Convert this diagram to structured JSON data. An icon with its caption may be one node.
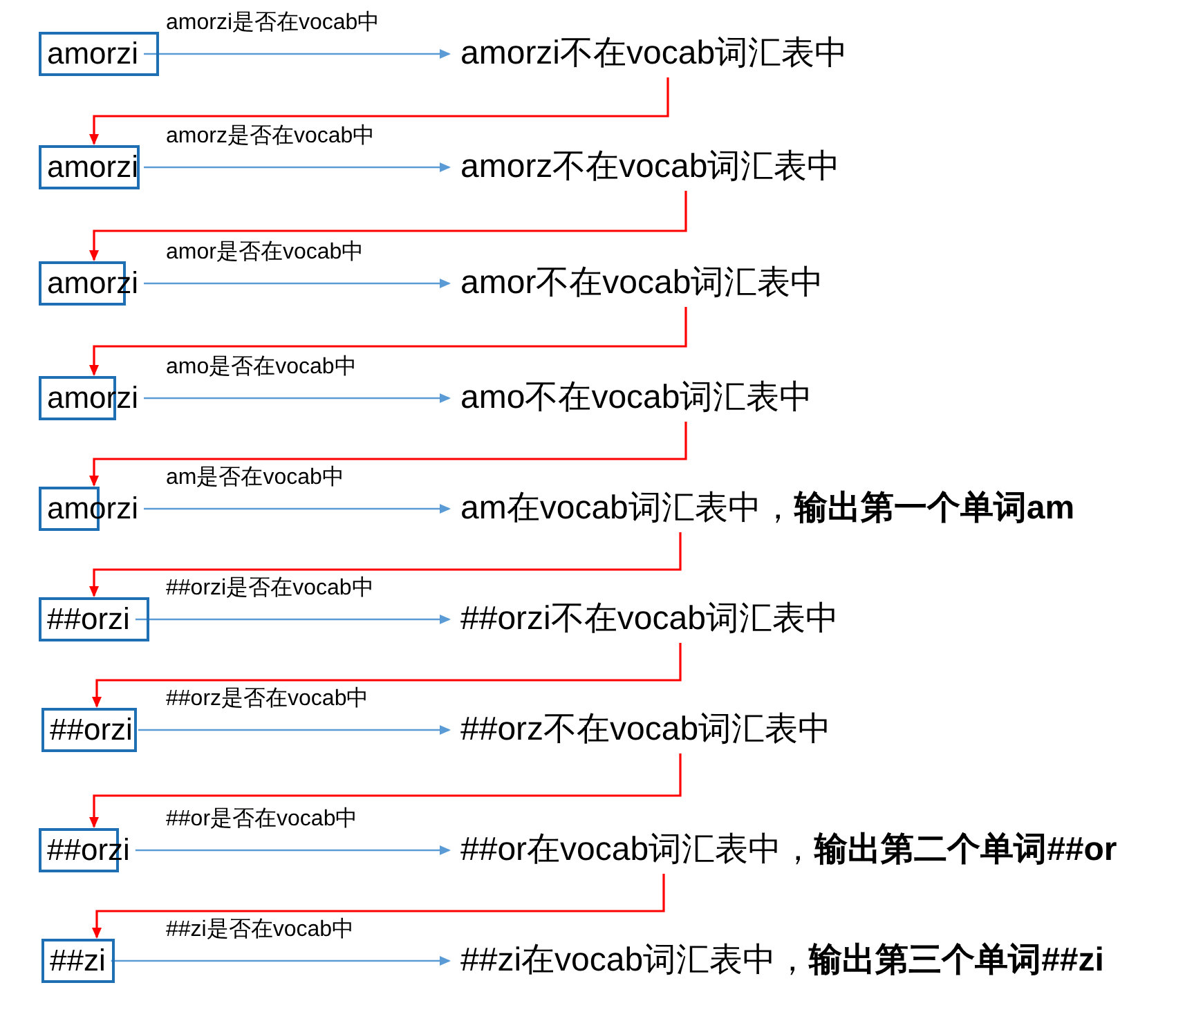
{
  "diagram": {
    "nodes": [
      {
        "text": [
          "amorzi"
        ]
      },
      {
        "text": [
          "amorzi不在vocab词汇表中"
        ]
      },
      {
        "text": [
          "amorzi"
        ]
      },
      {
        "text": [
          "amorz不在vocab词汇表中"
        ]
      },
      {
        "text": [
          "amorzi"
        ]
      },
      {
        "text": [
          "amor不在vocab词汇表中"
        ]
      },
      {
        "text": [
          "amorzi"
        ]
      },
      {
        "text": [
          "amo不在vocab词汇表中"
        ]
      },
      {
        "text": [
          "amorzi"
        ]
      },
      {
        "text": [
          "am在vocab词汇表中，**输出第一个单词am**"
        ]
      },
      {
        "text": [
          "##orzi"
        ]
      },
      {
        "text": [
          "##orzi不在vocab词汇表中"
        ]
      },
      {
        "text": [
          "##orzi"
        ]
      },
      {
        "text": [
          "##orz不在vocab词汇表中"
        ]
      },
      {
        "text": [
          "##orzi"
        ]
      },
      {
        "text": [
          "##or在vocab词汇表中，**输出第二个单词##or**"
        ]
      },
      {
        "text": [
          "##zi"
        ]
      },
      {
        "text": [
          "##zi在vocab词汇表中，**输出第三个单词##zi**"
        ]
      }
    ],
    "edges": [
      {
        "from": 0,
        "to": 1,
        "arrow": "to",
        "label": "amorzi是否在vocab中"
      },
      {
        "from": 1,
        "to": 2,
        "arrow": "to",
        "color": "#ff0000"
      },
      {
        "from": 2,
        "to": 3,
        "arrow": "to",
        "label": "amorz是否在vocab中"
      },
      {
        "from": 3,
        "to": 4,
        "arrow": "to",
        "color": "#ff0000"
      },
      {
        "from": 4,
        "to": 5,
        "arrow": "to",
        "label": "amor是否在vocab中"
      },
      {
        "from": 5,
        "to": 6,
        "arrow": "to",
        "color": "#ff0000"
      },
      {
        "from": 6,
        "to": 7,
        "arrow": "to",
        "label": "amo是否在vocab中"
      },
      {
        "from": 7,
        "to": 8,
        "arrow": "to",
        "color": "#ff0000"
      },
      {
        "from": 8,
        "to": 9,
        "arrow": "to",
        "label": "am是否在vocab中"
      },
      {
        "from": 9,
        "to": 10,
        "arrow": "to",
        "color": "#ff0000"
      },
      {
        "from": 10,
        "to": 11,
        "arrow": "to",
        "label": "##orzi是否在vocab中"
      },
      {
        "from": 11,
        "to": 12,
        "arrow": "to",
        "color": "#ff0000"
      },
      {
        "from": 12,
        "to": 13,
        "arrow": "to",
        "label": "##orz是否在vocab中"
      },
      {
        "from": 13,
        "to": 14,
        "arrow": "to",
        "color": "#ff0000"
      },
      {
        "from": 14,
        "to": 15,
        "arrow": "to",
        "label": "##or是否在vocab中"
      },
      {
        "from": 15,
        "to": 16,
        "arrow": "to",
        "color": "#ff0000"
      },
      {
        "from": 16,
        "to": 17,
        "arrow": "to",
        "label": "##zi是否在vocab中"
      }
    ]
  }
}
